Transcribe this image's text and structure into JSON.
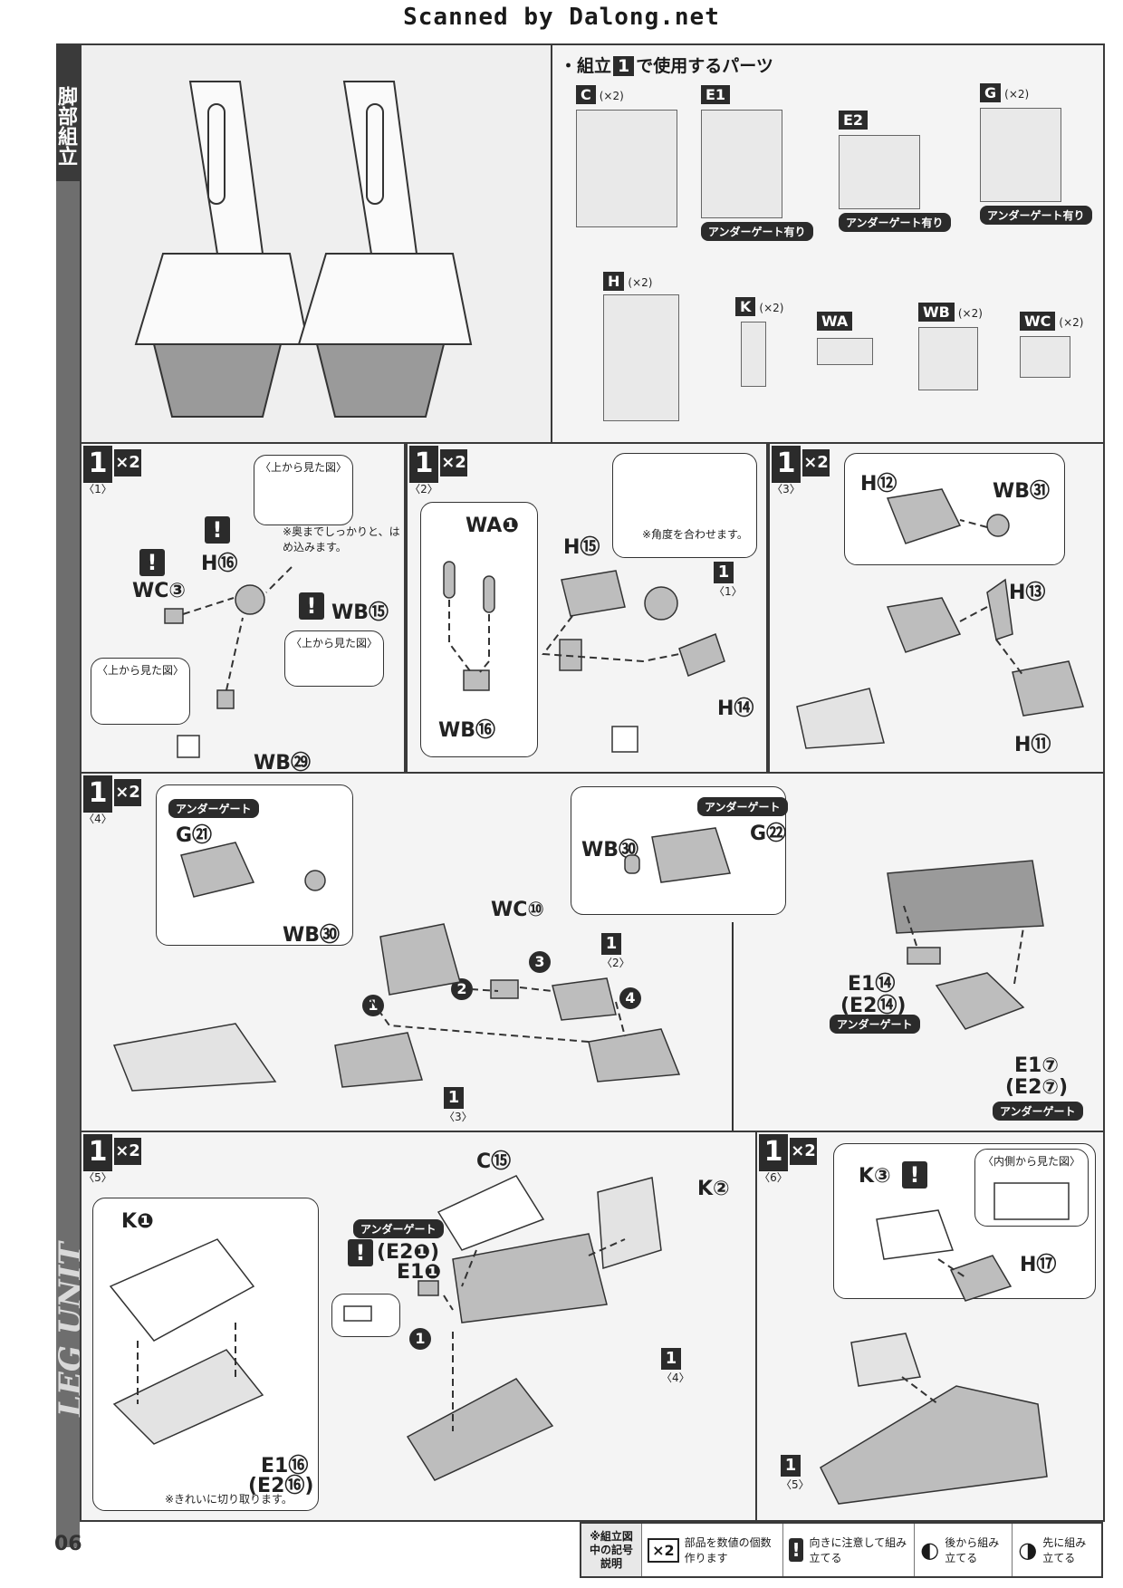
{
  "scan_banner": "Scanned by Dalong.net",
  "sidebar": {
    "section_title": "脚部組立",
    "step": "1",
    "english_title": "LEG UNIT ASSEMBLE",
    "page_number": "06"
  },
  "parts_list": {
    "title_prefix": "・組立",
    "title_step": "1",
    "title_suffix": "で使用するパーツ",
    "runners": [
      {
        "label": "C",
        "count": "(×2)",
        "tag": ""
      },
      {
        "label": "E1",
        "count": "",
        "tag": "アンダーゲート有り"
      },
      {
        "label": "E2",
        "count": "",
        "tag": "アンダーゲート有り"
      },
      {
        "label": "G",
        "count": "(×2)",
        "tag": "アンダーゲート有り"
      },
      {
        "label": "H",
        "count": "(×2)",
        "tag": ""
      },
      {
        "label": "K",
        "count": "(×2)",
        "tag": ""
      },
      {
        "label": "WA",
        "count": "",
        "tag": ""
      },
      {
        "label": "WB",
        "count": "(×2)",
        "tag": ""
      },
      {
        "label": "WC",
        "count": "(×2)",
        "tag": ""
      }
    ]
  },
  "step1": {
    "num": "1",
    "sub": "〈1〉",
    "mult": "×2",
    "labels": {
      "h": "H⑯",
      "wc": "WC③",
      "wb15": "WB⑮",
      "wb29": "WB㉙"
    },
    "bubble_top": "〈上から見た図〉",
    "note": "※奥までしっかりと、はめ込みます。",
    "bubble_left": "〈上から見た図〉",
    "bubble_right": "〈上から見た図〉"
  },
  "step2": {
    "num": "1",
    "sub": "〈2〉",
    "mult": "×2",
    "labels": {
      "wa": "WA❶",
      "wb": "WB⑯",
      "h15": "H⑮",
      "h14": "H⑭",
      "ref": "1",
      "ref_sub": "〈1〉"
    },
    "note": "※角度を合わせます。"
  },
  "step3": {
    "num": "1",
    "sub": "〈3〉",
    "mult": "×2",
    "labels": {
      "h12": "H⑫",
      "wb31": "WB㉛",
      "h13": "H⑬",
      "h11": "H⑪"
    }
  },
  "step4": {
    "num": "1",
    "sub": "〈4〉",
    "mult": "×2",
    "tag": "アンダーゲート",
    "labels": {
      "g21": "G㉑",
      "wb30a": "WB㉚",
      "wb30b": "WB㉚",
      "g22": "G㉒",
      "wc10": "WC⑩",
      "ref2": "1",
      "ref2_sub": "〈2〉",
      "ref3": "1",
      "ref3_sub": "〈3〉",
      "e1_14": "E1⑭",
      "e2_14": "(E2⑭)",
      "e1_7": "E1⑦",
      "e2_7": "(E2⑦)"
    },
    "order": [
      "1",
      "2",
      "3",
      "4"
    ]
  },
  "step5": {
    "num": "1",
    "sub": "〈5〉",
    "mult": "×2",
    "tag": "アンダーゲート",
    "labels": {
      "k1": "K❶",
      "c15": "C⑮",
      "k2": "K②",
      "e2_1": "(E2❶)",
      "e1_1": "E1❶",
      "e1_16": "E1⑯",
      "e2_16": "(E2⑯)",
      "ref": "1",
      "ref_sub": "〈4〉"
    },
    "note": "※きれいに切り取ります。",
    "order": [
      "1",
      "2"
    ]
  },
  "step6": {
    "num": "1",
    "sub": "〈6〉",
    "mult": "×2",
    "labels": {
      "k3": "K③",
      "h17": "H⑰",
      "ref": "1",
      "ref_sub": "〈5〉"
    },
    "bubble": "〈内側から見た図〉"
  },
  "legend": {
    "title": "※組立図中の記号説明",
    "items": [
      {
        "icon": "×2",
        "text": "部品を数値の個数作ります"
      },
      {
        "icon": "!",
        "text": "向きに注意して組み立てる"
      },
      {
        "icon": "◐",
        "text": "後から組み立てる"
      },
      {
        "icon": "◑",
        "text": "先に組み立てる"
      }
    ]
  }
}
